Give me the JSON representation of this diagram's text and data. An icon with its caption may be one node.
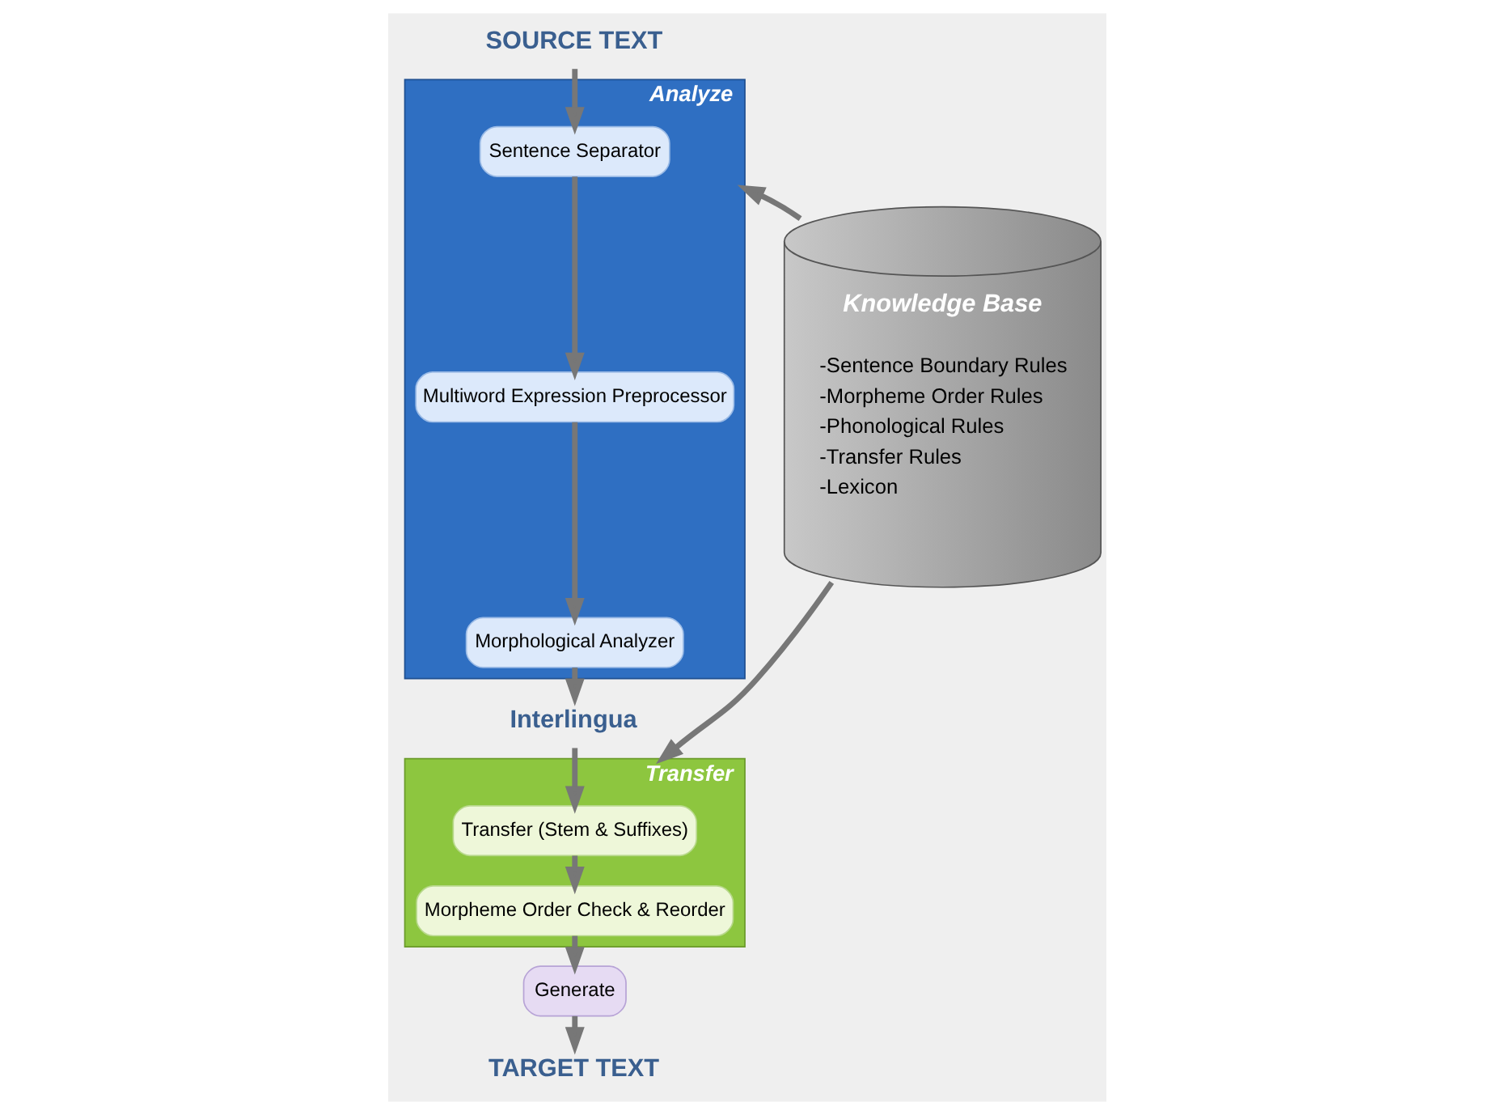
{
  "diagram": {
    "nodes": [
      {
        "text": [
          "SOURCE TEXT"
        ]
      },
      {
        "text": [
          "Analyze"
        ]
      },
      {
        "text": [
          "Sentence Separator"
        ],
        "in": 1
      },
      {
        "text": [
          "Multiword Expression Preprocessor"
        ],
        "in": 1
      },
      {
        "text": [
          "Morphological Analyzer"
        ],
        "in": 1
      },
      {
        "text": [
          "Interlingua"
        ]
      },
      {
        "text": [
          "Transfer"
        ]
      },
      {
        "text": [
          "Transfer (Stem & Suffixes)"
        ],
        "in": 6
      },
      {
        "text": [
          "Morpheme Order Check & Reorder"
        ],
        "in": 6
      },
      {
        "text": [
          "Generate"
        ]
      },
      {
        "text": [
          "TARGET TEXT"
        ]
      },
      {
        "text": [
          "Knowledge Base",
          "-Sentence Boundary Rules",
          "-Morpheme Order Rules",
          "-Phonological Rules",
          "-Transfer Rules",
          "-Lexicon"
        ]
      }
    ],
    "edges": [
      {
        "from": 0,
        "to": 2,
        "arrow": "to"
      },
      {
        "from": 2,
        "to": 3,
        "arrow": "to"
      },
      {
        "from": 3,
        "to": 4,
        "arrow": "to"
      },
      {
        "from": 4,
        "to": 5,
        "arrow": "to"
      },
      {
        "from": 5,
        "to": 7,
        "arrow": "to"
      },
      {
        "from": 7,
        "to": 8,
        "arrow": "to"
      },
      {
        "from": 8,
        "to": 9,
        "arrow": "to"
      },
      {
        "from": 9,
        "to": 10,
        "arrow": "to"
      },
      {
        "from": 11,
        "to": 1,
        "arrow": "to"
      },
      {
        "from": 11,
        "to": 6,
        "arrow": "to"
      }
    ]
  }
}
